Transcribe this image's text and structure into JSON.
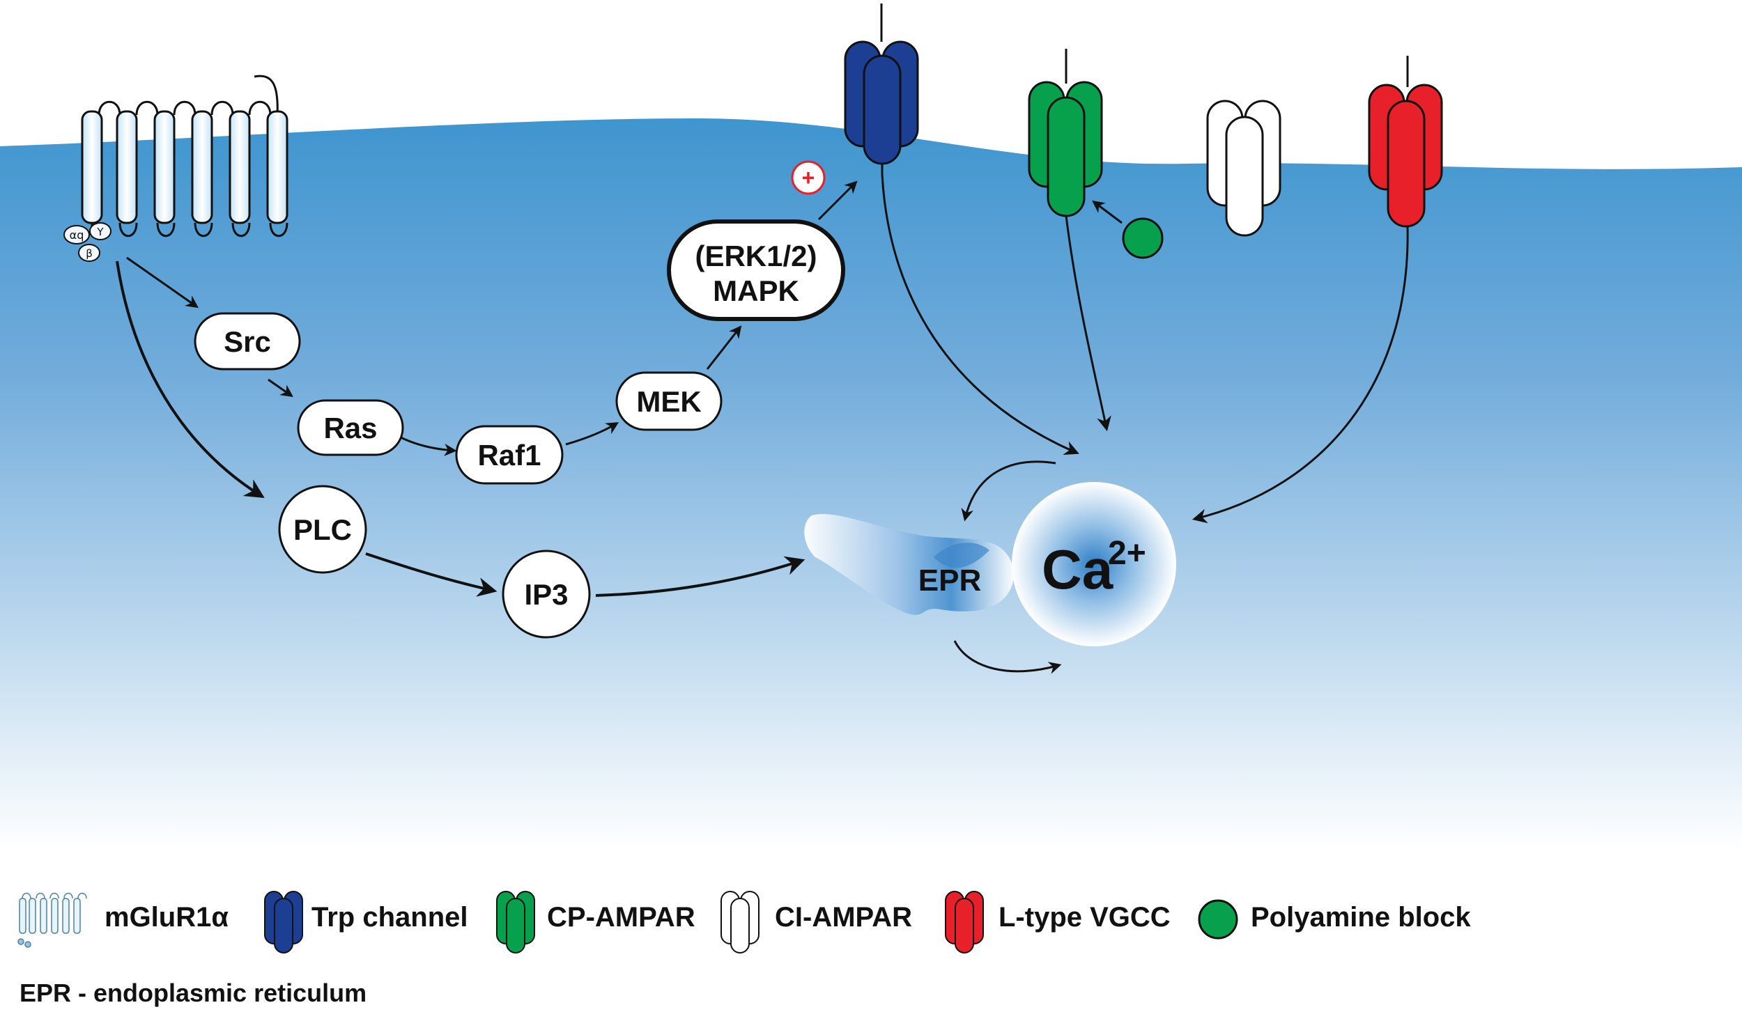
{
  "nodes": {
    "src": "Src",
    "ras": "Ras",
    "raf1": "Raf1",
    "mek": "MEK",
    "mapk_line1": "(ERK1/2)",
    "mapk_line2": "MAPK",
    "plc": "PLC",
    "ip3": "IP3",
    "epr": "EPR",
    "ca": "Ca",
    "ca_charge": "2+",
    "plus": "+"
  },
  "g_protein": {
    "alpha": "αq",
    "gamma": "Y",
    "beta": "β"
  },
  "legend": {
    "mglur": "mGluR1α",
    "trp": "Trp channel",
    "cp_ampar": "CP-AMPAR",
    "ci_ampar": "CI-AMPAR",
    "vgcc": "L-type VGCC",
    "polyamine": "Polyamine block",
    "footnote": "EPR - endoplasmic reticulum"
  },
  "colors": {
    "trp": "#1c3f94",
    "cp_ampar": "#07a14e",
    "ci_ampar": "#ffffff",
    "vgcc": "#e8202a",
    "polyamine": "#07a14e",
    "cytoplasm_top": "#3f95cf",
    "receptor_fill": "#dff1fb"
  }
}
